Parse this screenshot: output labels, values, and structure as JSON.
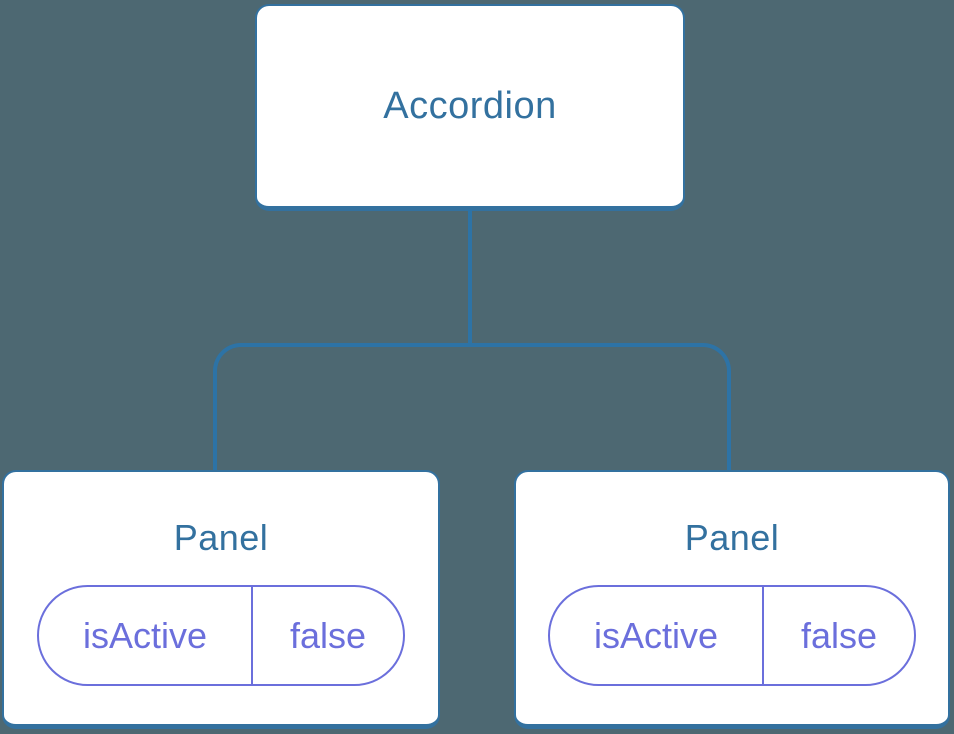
{
  "diagram": {
    "type": "component-tree",
    "root": {
      "label": "Accordion"
    },
    "children": [
      {
        "label": "Panel",
        "state": {
          "key": "isActive",
          "value": "false"
        }
      },
      {
        "label": "Panel",
        "state": {
          "key": "isActive",
          "value": "false"
        }
      }
    ]
  },
  "colors": {
    "background": "#4d6872",
    "node_fill": "#ffffff",
    "node_border": "#33719f",
    "node_text": "#33719f",
    "connector": "#2d73a6",
    "state_accent": "#6b6fdc"
  }
}
